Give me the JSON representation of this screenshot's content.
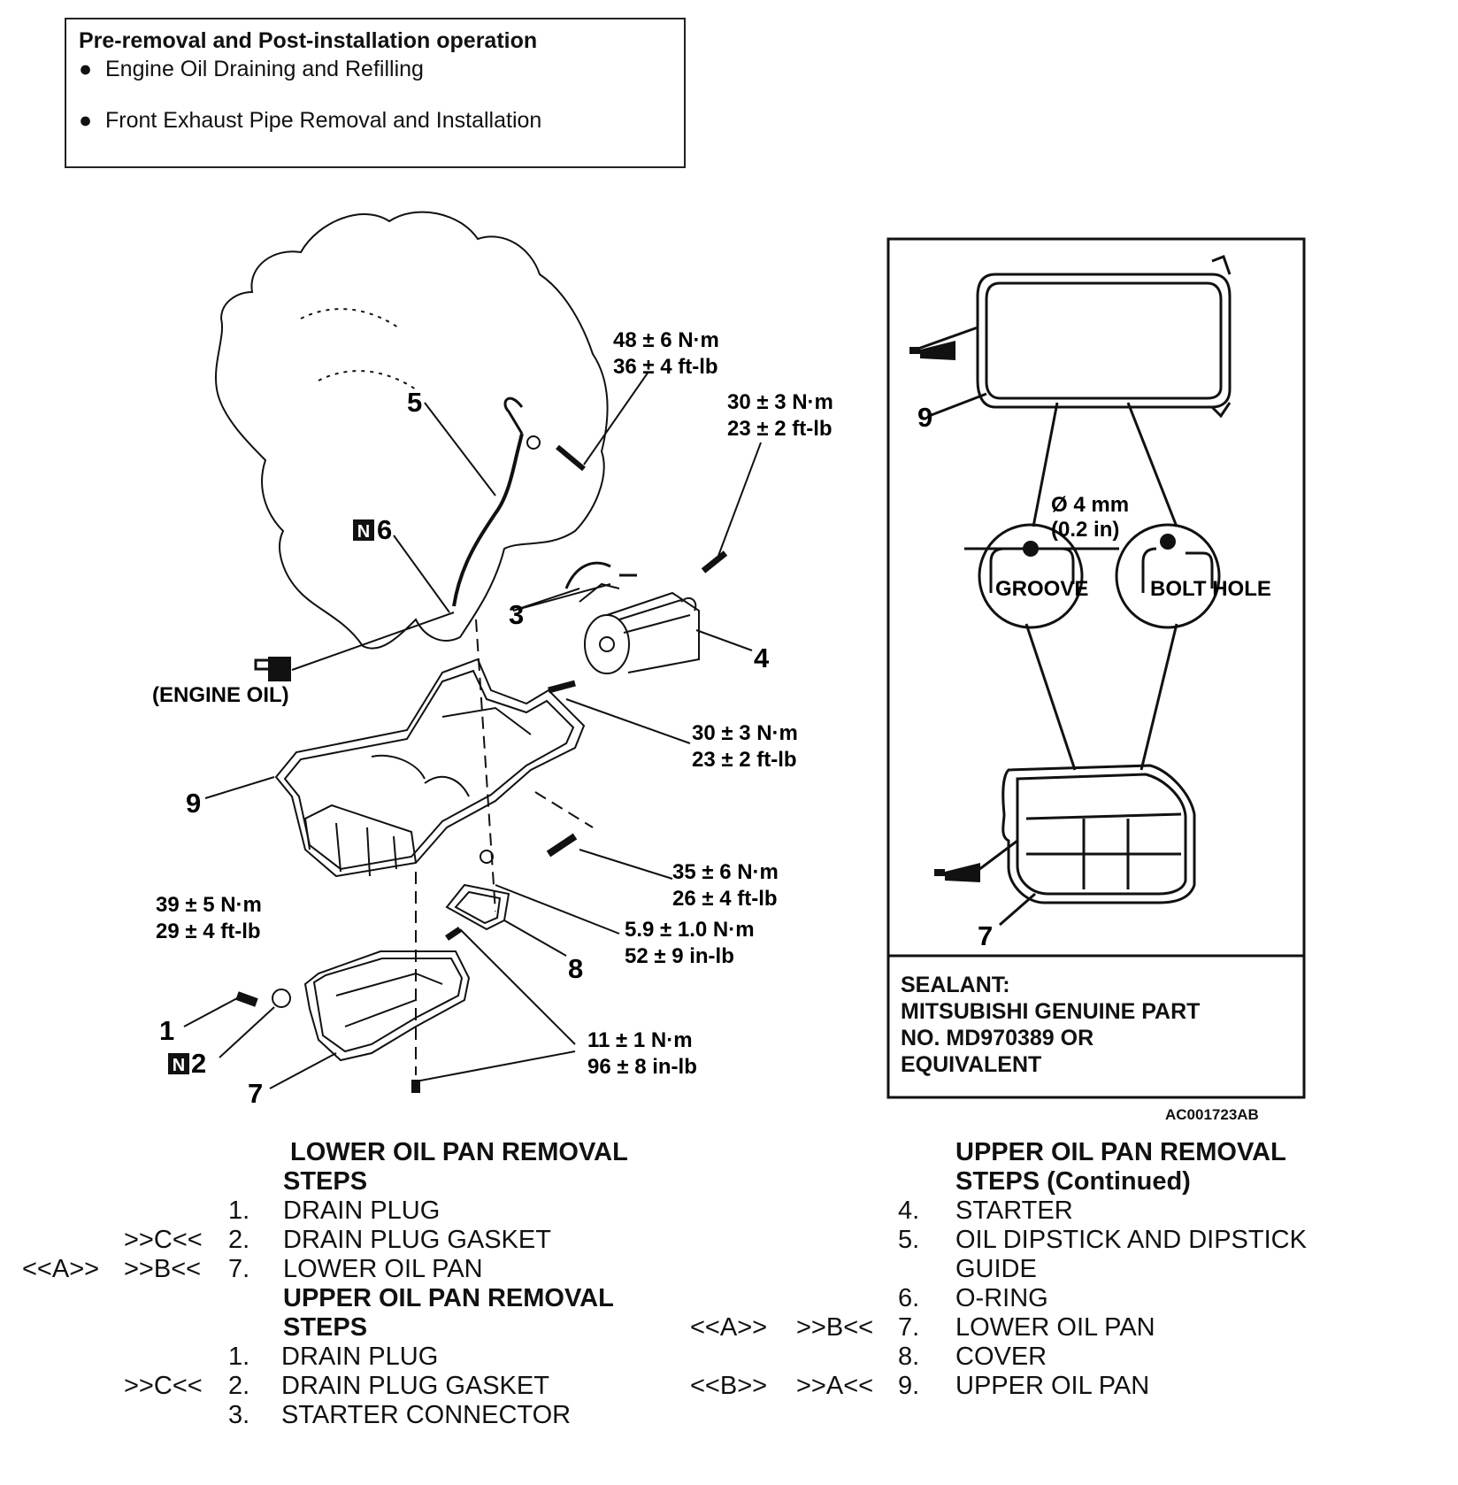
{
  "pre_operation": {
    "title": "Pre-removal and Post-installation operation",
    "items": [
      "Engine Oil Draining and Refilling",
      "Front Exhaust Pipe Removal and Installation"
    ]
  },
  "torque_labels": {
    "dipstick_bolt": [
      "48 ± 6 N·m",
      "36 ± 4 ft-lb"
    ],
    "starter_upper": [
      "30 ± 3 N·m",
      "23 ± 2 ft-lb"
    ],
    "starter_lower": [
      "30 ± 3 N·m",
      "23 ± 2 ft-lb"
    ],
    "pan_bolt": [
      "35 ± 6 N·m",
      "26 ± 4 ft-lb"
    ],
    "cover_bolt": [
      "5.9 ± 1.0 N·m",
      "52 ± 9 in-lb"
    ],
    "drain_plug": [
      "39 ± 5 N·m",
      "29 ± 4 ft-lb"
    ],
    "lower_pan_bolt": [
      "11 ± 1 N·m",
      "96 ± 8 in-lb"
    ]
  },
  "callouts": {
    "c1": "1",
    "c2": "2",
    "c3": "3",
    "c4": "4",
    "c5": "5",
    "c6": "6",
    "c7": "7",
    "c8": "8",
    "c9": "9",
    "c9b": "9",
    "c7b": "7",
    "new_mark": "N"
  },
  "engine_oil_label": "(ENGINE OIL)",
  "detail": {
    "diameter": "Ø 4 mm",
    "diameter_in": "(0.2 in)",
    "groove": "GROOVE",
    "bolt_hole": "BOLT HOLE"
  },
  "sealant": [
    "SEALANT:",
    "MITSUBISHI GENUINE PART",
    "NO. MD970389 OR",
    "EQUIVALENT"
  ],
  "figure_ref": "AC001723AB",
  "lower_steps": {
    "heading": [
      "LOWER OIL PAN REMOVAL",
      "STEPS"
    ],
    "rows": [
      {
        "a": "",
        "b": "",
        "num": "1.",
        "label": "DRAIN PLUG"
      },
      {
        "a": "",
        "b": ">>C<<",
        "num": "2.",
        "label": "DRAIN PLUG GASKET"
      },
      {
        "a": "<<A>>",
        "b": ">>B<<",
        "num": "7.",
        "label": "LOWER OIL PAN"
      }
    ]
  },
  "upper_steps": {
    "heading": [
      "UPPER OIL PAN REMOVAL",
      "STEPS"
    ],
    "rows": [
      {
        "a": "",
        "b": "",
        "num": "1.",
        "label": "DRAIN PLUG"
      },
      {
        "a": "",
        "b": ">>C<<",
        "num": "2.",
        "label": "DRAIN PLUG GASKET"
      },
      {
        "a": "",
        "b": "",
        "num": "3.",
        "label": "STARTER CONNECTOR"
      }
    ]
  },
  "upper_steps_cont": {
    "heading": [
      "UPPER OIL PAN REMOVAL",
      "STEPS (Continued)"
    ],
    "rows": [
      {
        "a": "",
        "b": "",
        "num": "4.",
        "label": "STARTER"
      },
      {
        "a": "",
        "b": "",
        "num": "5.",
        "label": "OIL DIPSTICK AND DIPSTICK"
      },
      {
        "a": "",
        "b": "",
        "num": "",
        "label": "GUIDE"
      },
      {
        "a": "",
        "b": "",
        "num": "6.",
        "label": "O-RING"
      },
      {
        "a": "<<A>>",
        "b": ">>B<<",
        "num": "7.",
        "label": "LOWER OIL PAN"
      },
      {
        "a": "",
        "b": "",
        "num": "8.",
        "label": "COVER"
      },
      {
        "a": "<<B>>",
        "b": ">>A<<",
        "num": "9.",
        "label": "UPPER OIL PAN"
      }
    ]
  }
}
